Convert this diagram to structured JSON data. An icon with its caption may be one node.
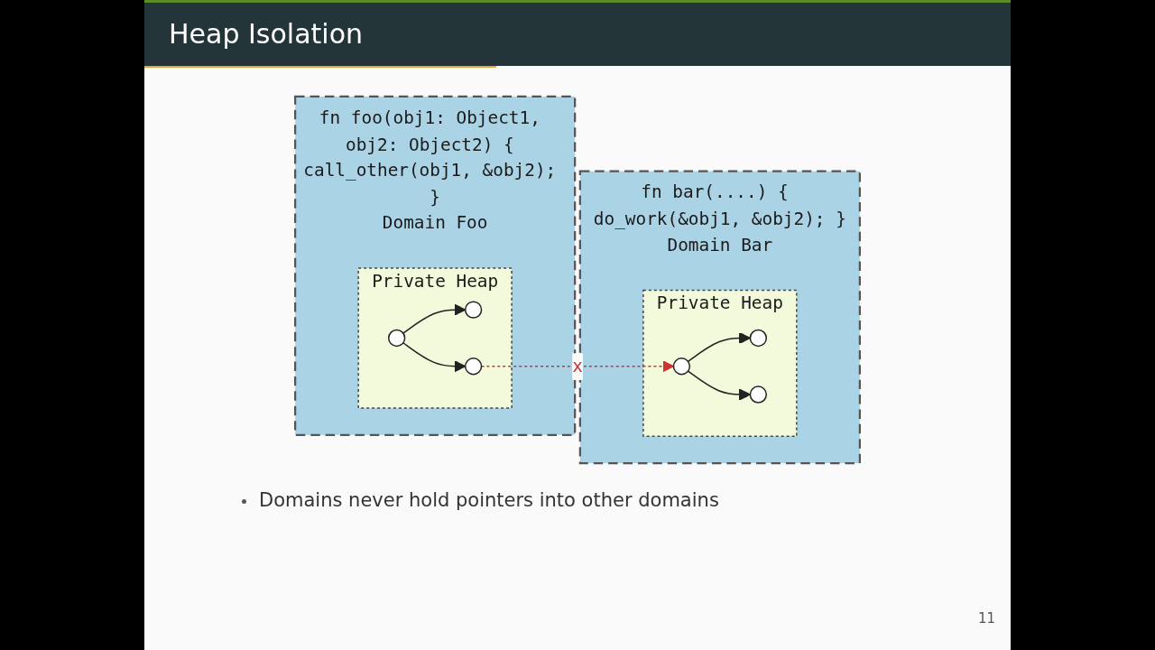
{
  "diagram": {
    "title": "Heap Isolation",
    "nodes": [
      {
        "text": [
          "fn foo(obj1: Object1, obj2: Object2) { call_other(obj1, &obj2); }"
        ],
        "beside": [
          "Domain Foo"
        ]
      },
      {
        "text": [
          "Private Heap"
        ],
        "in": 0
      },
      {
        "text": [],
        "shape": "circle",
        "in": 1
      },
      {
        "text": [],
        "shape": "circle",
        "in": 1
      },
      {
        "text": [],
        "shape": "circle",
        "in": 1
      },
      {
        "text": [
          "fn bar(....) { do_work(&obj1, &obj2); }"
        ],
        "beside": [
          "Domain Bar"
        ]
      },
      {
        "text": [
          "Private Heap"
        ],
        "in": 5
      },
      {
        "text": [],
        "shape": "circle",
        "in": 6
      },
      {
        "text": [],
        "shape": "circle",
        "in": 6
      },
      {
        "text": [],
        "shape": "circle",
        "in": 6
      }
    ],
    "edges": [
      {
        "from": 2,
        "to": 3,
        "arrow": "to"
      },
      {
        "from": 2,
        "to": 4,
        "arrow": "to"
      },
      {
        "from": 4,
        "to": 7,
        "arrow": "to",
        "label": "x",
        "style": "dashed",
        "color": "#cc3333"
      },
      {
        "from": 7,
        "to": 8,
        "arrow": "to"
      },
      {
        "from": 7,
        "to": 9,
        "arrow": "to"
      }
    ],
    "labels": [
      "Domains never hold pointers into other domains",
      "11"
    ]
  }
}
